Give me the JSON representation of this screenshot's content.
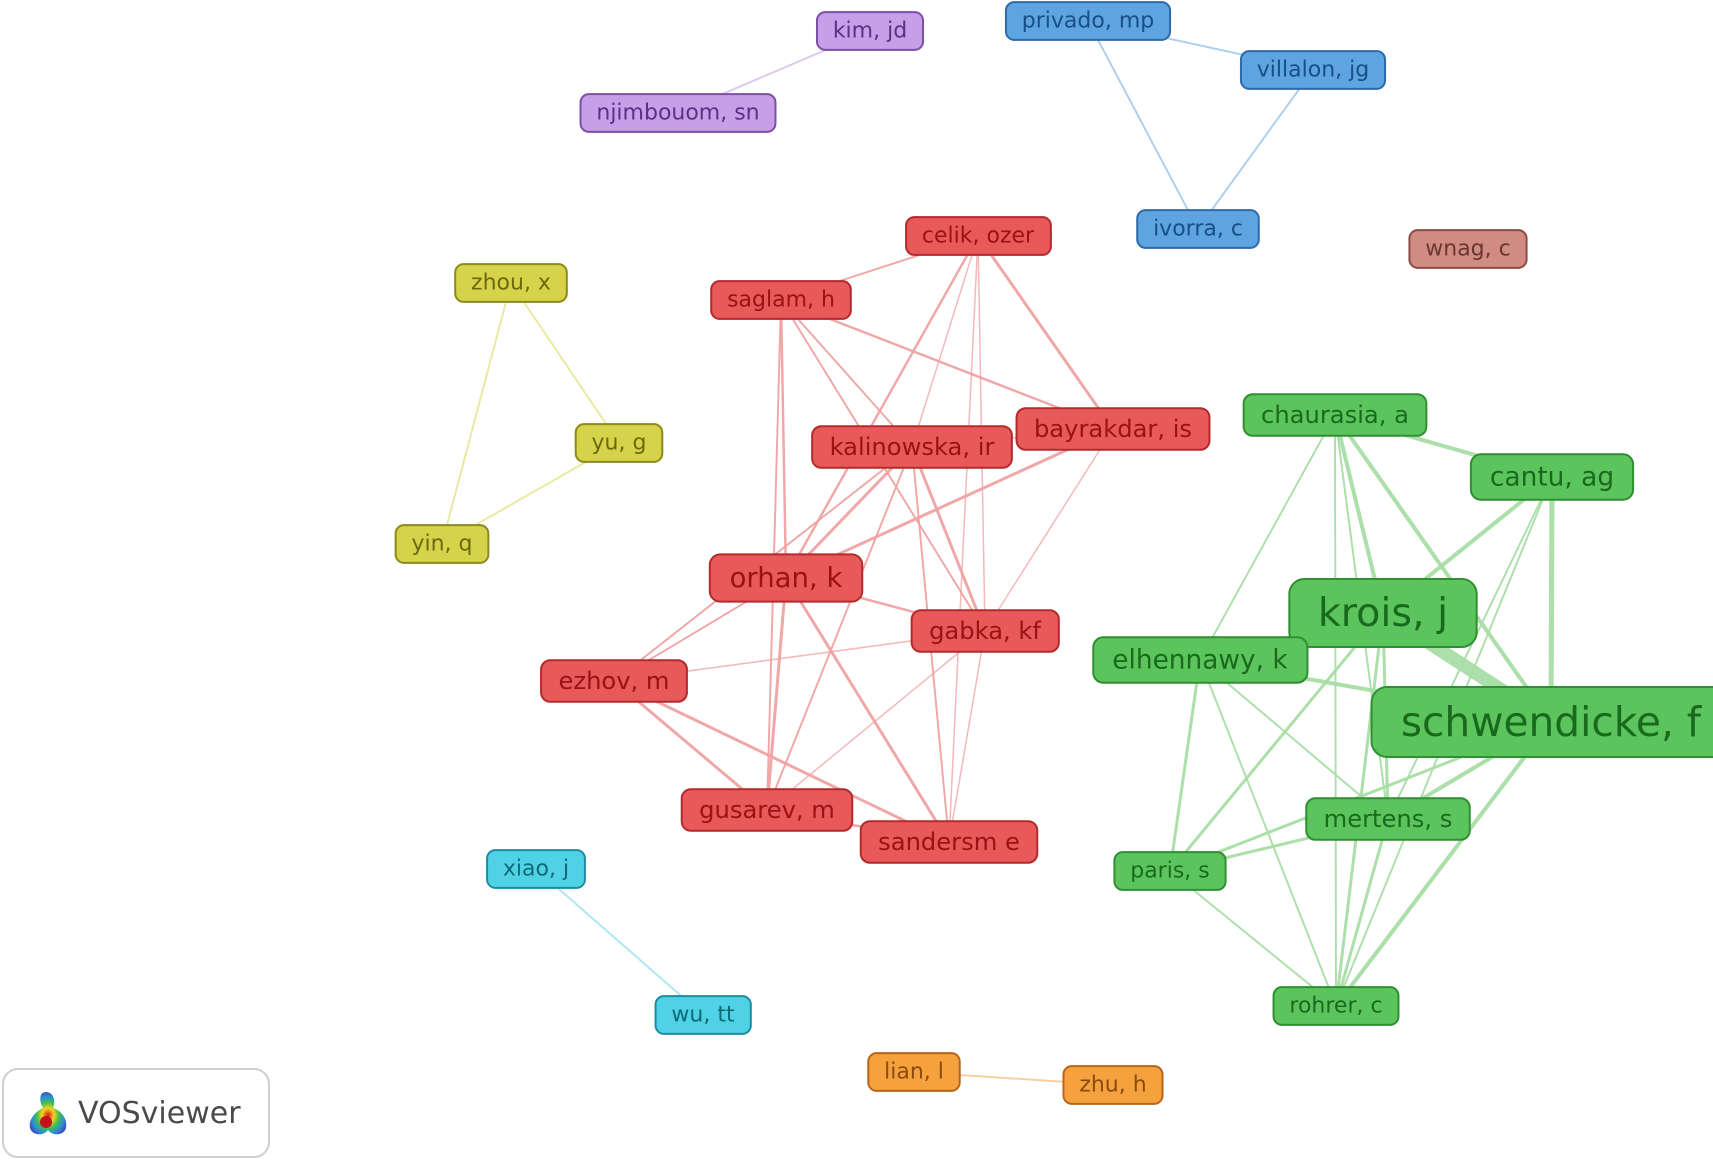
{
  "app": {
    "name": "VOSviewer",
    "logo_icon": "vosviewer-logo-icon"
  },
  "clusters": {
    "red": {
      "fill": "#e8595a",
      "stroke": "#b32a2c",
      "text": "#9b1114",
      "edge": "#f0a3a3"
    },
    "green": {
      "fill": "#5cc45c",
      "stroke": "#2f8f32",
      "text": "#1a6a1e",
      "edge": "#a8dea6"
    },
    "blue": {
      "fill": "#5da4e0",
      "stroke": "#2f6aa8",
      "text": "#184f86",
      "edge": "#a9cdee"
    },
    "purple": {
      "fill": "#c79ee8",
      "stroke": "#7c4fa6",
      "text": "#5d2f86",
      "edge": "#dcc3f0"
    },
    "yellow": {
      "fill": "#d6d34a",
      "stroke": "#8c8a1a",
      "text": "#6b690d",
      "edge": "#e9e79c"
    },
    "cyan": {
      "fill": "#4fd2e6",
      "stroke": "#1d8d9e",
      "text": "#0f6a78",
      "edge": "#a9e7f1"
    },
    "orange": {
      "fill": "#f5a23e",
      "stroke": "#b7651a",
      "text": "#8a4b0d",
      "edge": "#f6cd9c"
    },
    "brown": {
      "fill": "#d08c83",
      "stroke": "#8a4c45",
      "text": "#6b3630",
      "edge": "#e6c1bc"
    }
  },
  "nodes": [
    {
      "id": "kim_jd",
      "label": "kim, jd",
      "cluster": "purple",
      "size": 1
    },
    {
      "id": "njimbouom_sn",
      "label": "njimbouom, sn",
      "cluster": "purple",
      "size": 1
    },
    {
      "id": "privado_mp",
      "label": "privado, mp",
      "cluster": "blue",
      "size": 1
    },
    {
      "id": "villalon_jg",
      "label": "villalon, jg",
      "cluster": "blue",
      "size": 1
    },
    {
      "id": "ivorra_c",
      "label": "ivorra, c",
      "cluster": "blue",
      "size": 1
    },
    {
      "id": "wnag_c",
      "label": "wnag, c",
      "cluster": "brown",
      "size": 1
    },
    {
      "id": "celik_ozer",
      "label": "celik, ozer",
      "cluster": "red",
      "size": 1
    },
    {
      "id": "saglam_h",
      "label": "saglam, h",
      "cluster": "red",
      "size": 1
    },
    {
      "id": "zhou_x",
      "label": "zhou, x",
      "cluster": "yellow",
      "size": 1
    },
    {
      "id": "yu_g",
      "label": "yu, g",
      "cluster": "yellow",
      "size": 1
    },
    {
      "id": "yin_q",
      "label": "yin, q",
      "cluster": "yellow",
      "size": 1
    },
    {
      "id": "bayrakdar_is",
      "label": "bayrakdar, is",
      "cluster": "red",
      "size": 1.1
    },
    {
      "id": "kalinowska_ir",
      "label": "kalinowska, ir",
      "cluster": "red",
      "size": 1.1
    },
    {
      "id": "chaurasia_a",
      "label": "chaurasia, a",
      "cluster": "green",
      "size": 1.1
    },
    {
      "id": "cantu_ag",
      "label": "cantu, ag",
      "cluster": "green",
      "size": 1.2
    },
    {
      "id": "orhan_k",
      "label": "orhan, k",
      "cluster": "red",
      "size": 1.25
    },
    {
      "id": "krois_j",
      "label": "krois, j",
      "cluster": "green",
      "size": 1.8
    },
    {
      "id": "gabka_kf",
      "label": "gabka, kf",
      "cluster": "red",
      "size": 1.1
    },
    {
      "id": "elhennawy_k",
      "label": "elhennawy, k",
      "cluster": "green",
      "size": 1.2
    },
    {
      "id": "ezhov_m",
      "label": "ezhov, m",
      "cluster": "red",
      "size": 1.1
    },
    {
      "id": "schwendicke_f",
      "label": "schwendicke, f",
      "cluster": "green",
      "size": 1.85
    },
    {
      "id": "gusarev_m",
      "label": "gusarev, m",
      "cluster": "red",
      "size": 1.1
    },
    {
      "id": "sandersm_e",
      "label": "sandersm e",
      "cluster": "red",
      "size": 1.1
    },
    {
      "id": "mertens_s",
      "label": "mertens, s",
      "cluster": "green",
      "size": 1.1
    },
    {
      "id": "paris_s",
      "label": "paris, s",
      "cluster": "green",
      "size": 1
    },
    {
      "id": "xiao_j",
      "label": "xiao, j",
      "cluster": "cyan",
      "size": 1
    },
    {
      "id": "wu_tt",
      "label": "wu, tt",
      "cluster": "cyan",
      "size": 1
    },
    {
      "id": "rohrer_c",
      "label": "rohrer, c",
      "cluster": "green",
      "size": 1
    },
    {
      "id": "lian_l",
      "label": "lian, l",
      "cluster": "orange",
      "size": 1
    },
    {
      "id": "zhu_h",
      "label": "zhu, h",
      "cluster": "orange",
      "size": 1
    }
  ],
  "links": [
    {
      "s": "kim_jd",
      "t": "njimbouom_sn",
      "w": 1,
      "c": "purple"
    },
    {
      "s": "privado_mp",
      "t": "villalon_jg",
      "w": 1,
      "c": "blue"
    },
    {
      "s": "privado_mp",
      "t": "ivorra_c",
      "w": 1,
      "c": "blue"
    },
    {
      "s": "villalon_jg",
      "t": "ivorra_c",
      "w": 1,
      "c": "blue"
    },
    {
      "s": "zhou_x",
      "t": "yu_g",
      "w": 1,
      "c": "yellow"
    },
    {
      "s": "zhou_x",
      "t": "yin_q",
      "w": 1,
      "c": "yellow"
    },
    {
      "s": "yu_g",
      "t": "yin_q",
      "w": 1,
      "c": "yellow"
    },
    {
      "s": "xiao_j",
      "t": "wu_tt",
      "w": 1,
      "c": "cyan"
    },
    {
      "s": "lian_l",
      "t": "zhu_h",
      "w": 1,
      "c": "orange"
    },
    {
      "s": "celik_ozer",
      "t": "saglam_h",
      "w": 1,
      "c": "red"
    },
    {
      "s": "celik_ozer",
      "t": "bayrakdar_is",
      "w": 2,
      "c": "red"
    },
    {
      "s": "celik_ozer",
      "t": "orhan_k",
      "w": 1.5,
      "c": "red"
    },
    {
      "s": "celik_ozer",
      "t": "gabka_kf",
      "w": 0.6,
      "c": "red"
    },
    {
      "s": "celik_ozer",
      "t": "sandersm_e",
      "w": 0.6,
      "c": "red"
    },
    {
      "s": "celik_ozer",
      "t": "kalinowska_ir",
      "w": 0.6,
      "c": "red"
    },
    {
      "s": "saglam_h",
      "t": "bayrakdar_is",
      "w": 1.5,
      "c": "red"
    },
    {
      "s": "saglam_h",
      "t": "orhan_k",
      "w": 1.5,
      "c": "red"
    },
    {
      "s": "saglam_h",
      "t": "gabka_kf",
      "w": 1,
      "c": "red"
    },
    {
      "s": "saglam_h",
      "t": "gusarev_m",
      "w": 1,
      "c": "red"
    },
    {
      "s": "saglam_h",
      "t": "kalinowska_ir",
      "w": 1,
      "c": "red"
    },
    {
      "s": "kalinowska_ir",
      "t": "bayrakdar_is",
      "w": 0.6,
      "c": "red"
    },
    {
      "s": "kalinowska_ir",
      "t": "orhan_k",
      "w": 2,
      "c": "red"
    },
    {
      "s": "kalinowska_ir",
      "t": "gabka_kf",
      "w": 2,
      "c": "red"
    },
    {
      "s": "kalinowska_ir",
      "t": "ezhov_m",
      "w": 1,
      "c": "red"
    },
    {
      "s": "kalinowska_ir",
      "t": "gusarev_m",
      "w": 1,
      "c": "red"
    },
    {
      "s": "kalinowska_ir",
      "t": "sandersm_e",
      "w": 1,
      "c": "red"
    },
    {
      "s": "bayrakdar_is",
      "t": "orhan_k",
      "w": 2,
      "c": "red"
    },
    {
      "s": "bayrakdar_is",
      "t": "gabka_kf",
      "w": 0.6,
      "c": "red"
    },
    {
      "s": "orhan_k",
      "t": "gabka_kf",
      "w": 1.5,
      "c": "red"
    },
    {
      "s": "orhan_k",
      "t": "ezhov_m",
      "w": 1,
      "c": "red"
    },
    {
      "s": "orhan_k",
      "t": "gusarev_m",
      "w": 2,
      "c": "red"
    },
    {
      "s": "orhan_k",
      "t": "sandersm_e",
      "w": 2,
      "c": "red"
    },
    {
      "s": "ezhov_m",
      "t": "gabka_kf",
      "w": 0.6,
      "c": "red"
    },
    {
      "s": "ezhov_m",
      "t": "gusarev_m",
      "w": 2,
      "c": "red"
    },
    {
      "s": "ezhov_m",
      "t": "sandersm_e",
      "w": 2,
      "c": "red"
    },
    {
      "s": "gusarev_m",
      "t": "sandersm_e",
      "w": 1.5,
      "c": "red"
    },
    {
      "s": "gusarev_m",
      "t": "gabka_kf",
      "w": 0.6,
      "c": "red"
    },
    {
      "s": "gabka_kf",
      "t": "sandersm_e",
      "w": 0.6,
      "c": "red"
    },
    {
      "s": "chaurasia_a",
      "t": "cantu_ag",
      "w": 3,
      "c": "green"
    },
    {
      "s": "chaurasia_a",
      "t": "krois_j",
      "w": 3,
      "c": "green"
    },
    {
      "s": "chaurasia_a",
      "t": "schwendicke_f",
      "w": 3,
      "c": "green"
    },
    {
      "s": "chaurasia_a",
      "t": "elhennawy_k",
      "w": 1,
      "c": "green"
    },
    {
      "s": "chaurasia_a",
      "t": "mertens_s",
      "w": 1,
      "c": "green"
    },
    {
      "s": "chaurasia_a",
      "t": "rohrer_c",
      "w": 1,
      "c": "green"
    },
    {
      "s": "cantu_ag",
      "t": "krois_j",
      "w": 3,
      "c": "green"
    },
    {
      "s": "cantu_ag",
      "t": "schwendicke_f",
      "w": 4,
      "c": "green"
    },
    {
      "s": "cantu_ag",
      "t": "mertens_s",
      "w": 1,
      "c": "green"
    },
    {
      "s": "cantu_ag",
      "t": "rohrer_c",
      "w": 1,
      "c": "green"
    },
    {
      "s": "krois_j",
      "t": "schwendicke_f",
      "w": 12,
      "c": "green"
    },
    {
      "s": "krois_j",
      "t": "elhennawy_k",
      "w": 2,
      "c": "green"
    },
    {
      "s": "krois_j",
      "t": "mertens_s",
      "w": 2,
      "c": "green"
    },
    {
      "s": "krois_j",
      "t": "paris_s",
      "w": 2,
      "c": "green"
    },
    {
      "s": "krois_j",
      "t": "rohrer_c",
      "w": 2,
      "c": "green"
    },
    {
      "s": "schwendicke_f",
      "t": "elhennawy_k",
      "w": 3,
      "c": "green"
    },
    {
      "s": "schwendicke_f",
      "t": "mertens_s",
      "w": 3,
      "c": "green"
    },
    {
      "s": "schwendicke_f",
      "t": "paris_s",
      "w": 2,
      "c": "green"
    },
    {
      "s": "schwendicke_f",
      "t": "rohrer_c",
      "w": 3,
      "c": "green"
    },
    {
      "s": "elhennawy_k",
      "t": "mertens_s",
      "w": 1,
      "c": "green"
    },
    {
      "s": "elhennawy_k",
      "t": "paris_s",
      "w": 2,
      "c": "green"
    },
    {
      "s": "elhennawy_k",
      "t": "rohrer_c",
      "w": 1,
      "c": "green"
    },
    {
      "s": "mertens_s",
      "t": "paris_s",
      "w": 2,
      "c": "green"
    },
    {
      "s": "mertens_s",
      "t": "rohrer_c",
      "w": 2,
      "c": "green"
    },
    {
      "s": "paris_s",
      "t": "rohrer_c",
      "w": 1,
      "c": "green"
    }
  ]
}
